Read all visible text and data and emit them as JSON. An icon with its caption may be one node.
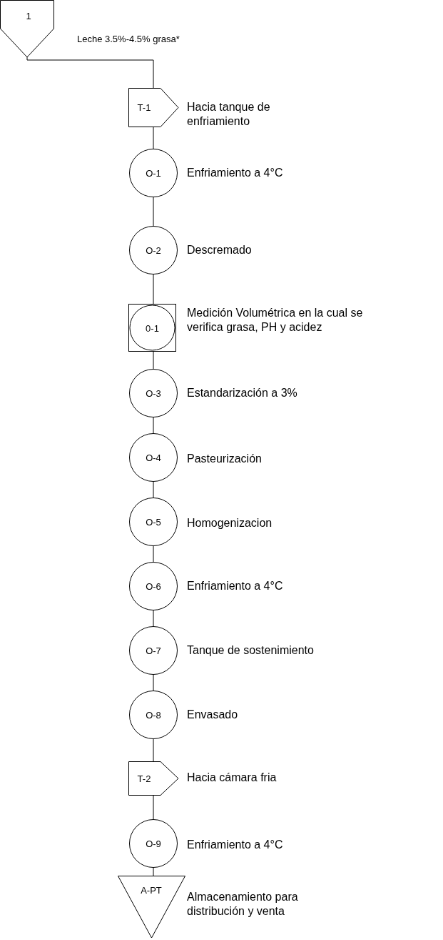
{
  "diagram": {
    "nodes": [
      {
        "text": [
          "1"
        ],
        "beside": [
          "Leche 3.5%-4.5% grasa*"
        ]
      },
      {
        "text": [
          "T-1"
        ],
        "beside": [
          "Hacia tanque de enfriamiento"
        ]
      },
      {
        "text": [
          "O-1"
        ],
        "beside": [
          "Enfriamiento a 4°C"
        ]
      },
      {
        "text": [
          "O-2"
        ],
        "beside": [
          "Descremado"
        ]
      },
      {
        "text": [
          "0-1"
        ],
        "beside": [
          "Medición Volumétrica en la cual se verifica grasa, PH y acidez"
        ]
      },
      {
        "text": [
          "O-3"
        ],
        "beside": [
          "Estandarización a 3%"
        ]
      },
      {
        "text": [
          "O-4"
        ],
        "beside": [
          "Pasteurización"
        ]
      },
      {
        "text": [
          "O-5"
        ],
        "beside": [
          "Homogenizacion"
        ]
      },
      {
        "text": [
          "O-6"
        ],
        "beside": [
          "Enfriamiento a 4°C"
        ]
      },
      {
        "text": [
          "O-7"
        ],
        "beside": [
          "Tanque de sostenimiento"
        ]
      },
      {
        "text": [
          "O-8"
        ],
        "beside": [
          "Envasado"
        ]
      },
      {
        "text": [
          "T-2"
        ],
        "beside": [
          "Hacia cámara fria"
        ]
      },
      {
        "text": [
          "O-9"
        ],
        "beside": [
          "Enfriamiento a 4°C"
        ]
      },
      {
        "text": [
          "A-PT"
        ],
        "beside": [
          "Almacenamiento para distribución y venta"
        ]
      }
    ],
    "edges": [
      {
        "from": 0,
        "to": 1,
        "arrow": "none"
      },
      {
        "from": 1,
        "to": 2,
        "arrow": "none"
      },
      {
        "from": 2,
        "to": 3,
        "arrow": "none"
      },
      {
        "from": 3,
        "to": 4,
        "arrow": "none"
      },
      {
        "from": 4,
        "to": 5,
        "arrow": "none"
      },
      {
        "from": 5,
        "to": 6,
        "arrow": "none"
      },
      {
        "from": 6,
        "to": 7,
        "arrow": "none"
      },
      {
        "from": 7,
        "to": 8,
        "arrow": "none"
      },
      {
        "from": 8,
        "to": 9,
        "arrow": "none"
      },
      {
        "from": 9,
        "to": 10,
        "arrow": "none"
      },
      {
        "from": 10,
        "to": 11,
        "arrow": "none"
      },
      {
        "from": 11,
        "to": 12,
        "arrow": "none"
      },
      {
        "from": 12,
        "to": 13,
        "arrow": "none"
      }
    ]
  }
}
